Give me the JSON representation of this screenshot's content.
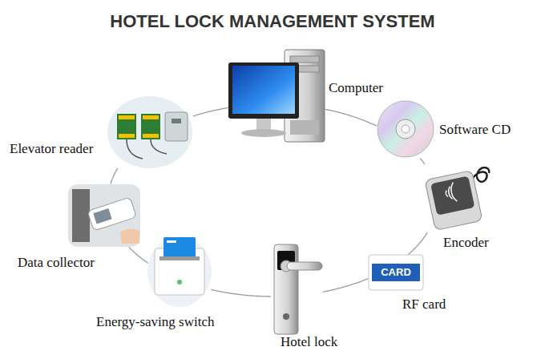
{
  "diagram": {
    "title": "HOTEL LOCK MANAGEMENT SYSTEM",
    "nodes": [
      {
        "text": [
          "Computer"
        ]
      },
      {
        "text": [
          "Software CD"
        ]
      },
      {
        "text": [
          "Encoder"
        ]
      },
      {
        "text": [
          "RF card"
        ]
      },
      {
        "text": [
          "Hotel lock"
        ]
      },
      {
        "text": [
          "Energy-saving switch"
        ]
      },
      {
        "text": [
          "Data collector"
        ]
      },
      {
        "text": [
          "Elevator reader"
        ]
      }
    ],
    "edges": [
      {
        "from": 0,
        "to": 1,
        "arrow": "none"
      },
      {
        "from": 1,
        "to": 2,
        "arrow": "none"
      },
      {
        "from": 2,
        "to": 3,
        "arrow": "none"
      },
      {
        "from": 3,
        "to": 4,
        "arrow": "none"
      },
      {
        "from": 4,
        "to": 5,
        "arrow": "none"
      },
      {
        "from": 5,
        "to": 6,
        "arrow": "none"
      },
      {
        "from": 6,
        "to": 7,
        "arrow": "none"
      },
      {
        "from": 7,
        "to": 0,
        "arrow": "none"
      }
    ],
    "labels": [
      "CARD"
    ]
  }
}
